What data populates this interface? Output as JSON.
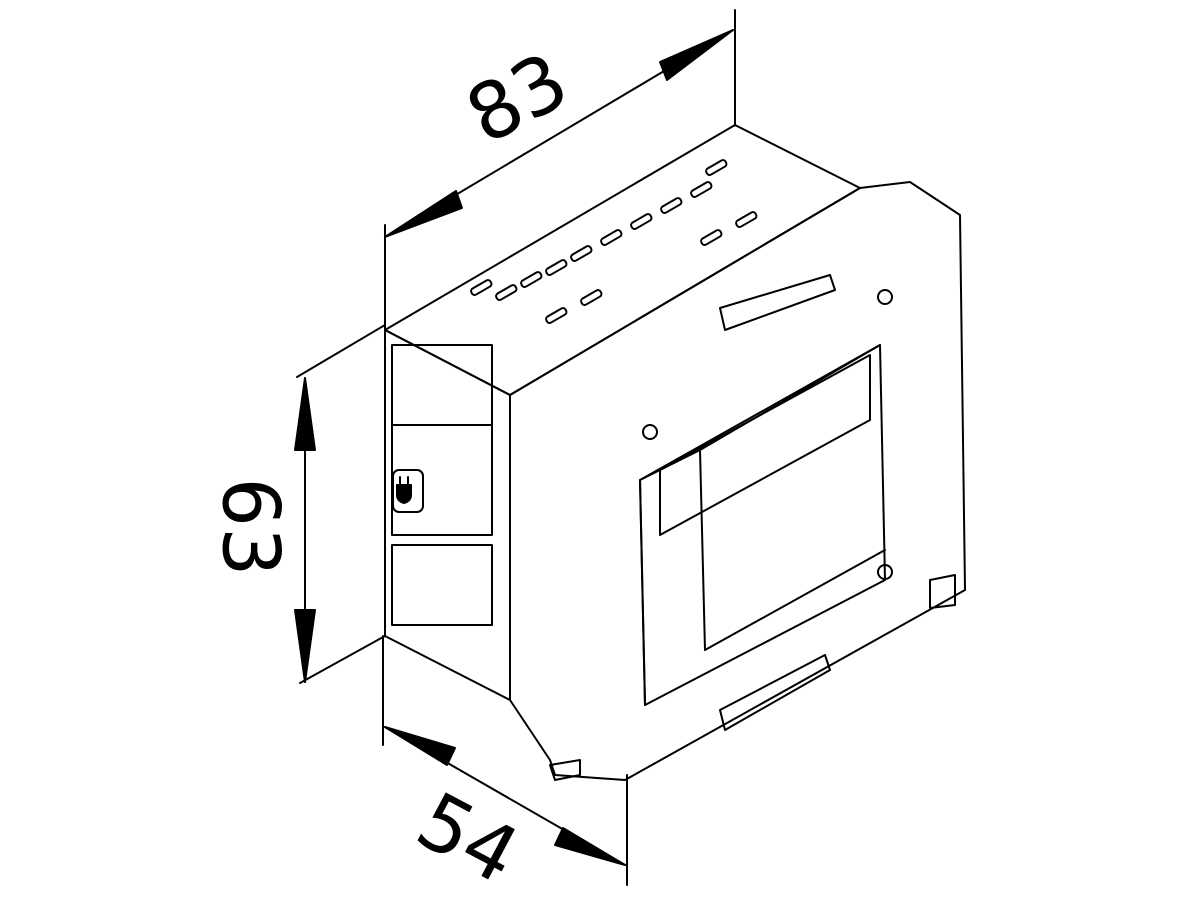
{
  "drawing": {
    "subject": "flush-mounted device box (isometric line drawing)",
    "line_color": "#000000",
    "background_color": "#ffffff"
  },
  "dimensions": {
    "width": {
      "value": "83",
      "axis": "top, along length"
    },
    "height": {
      "value": "63",
      "axis": "left, vertical"
    },
    "depth": {
      "value": "54",
      "axis": "bottom-left, along depth"
    }
  },
  "icons": {
    "side_marking": "power-plug-icon"
  }
}
